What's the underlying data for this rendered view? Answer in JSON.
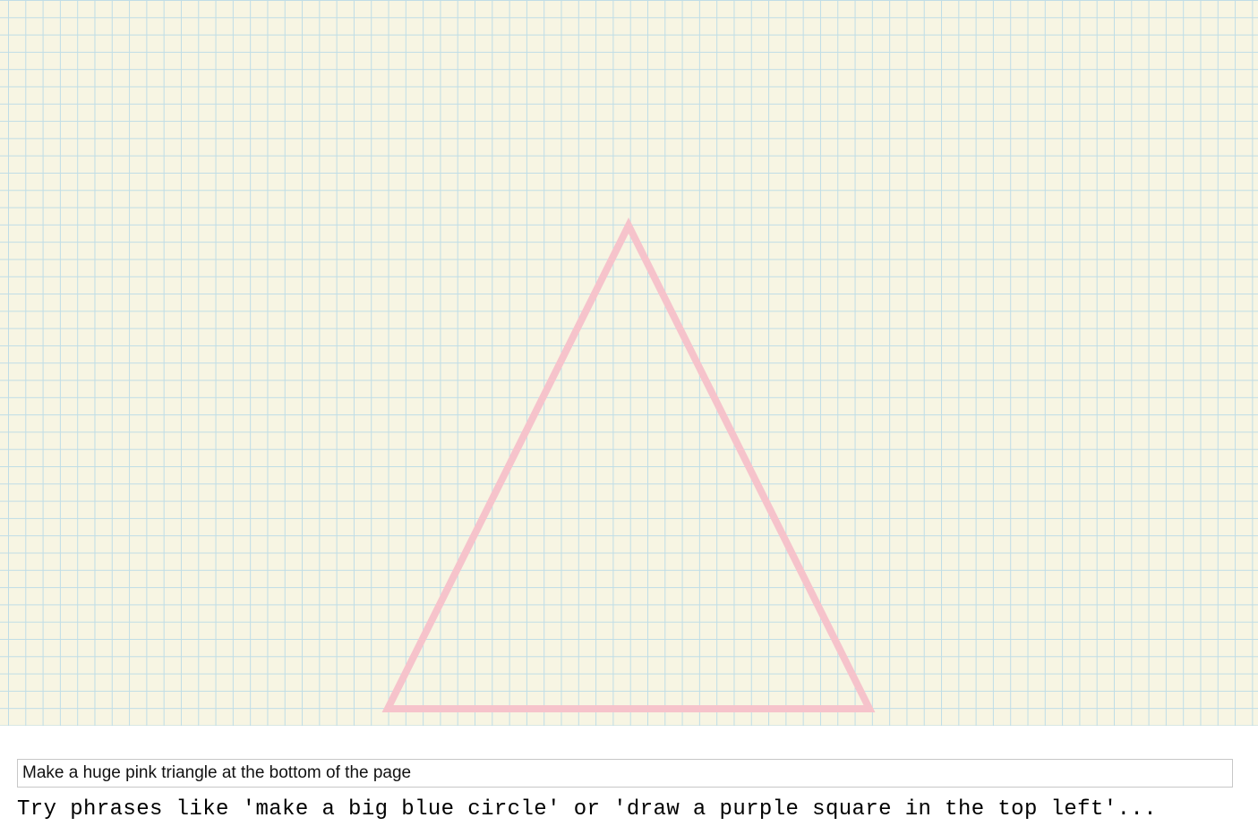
{
  "canvas": {
    "background_color": "#f7f5e3",
    "grid_color": "#bfdde6",
    "shapes": [
      {
        "name": "triangle",
        "color": "#f6c3cb",
        "size": "huge",
        "position": "bottom"
      }
    ]
  },
  "command": {
    "value": "Make a huge pink triangle at the bottom of the page"
  },
  "hint": {
    "text": "Try phrases like 'make a big blue circle' or 'draw a purple square in the top left'..."
  }
}
